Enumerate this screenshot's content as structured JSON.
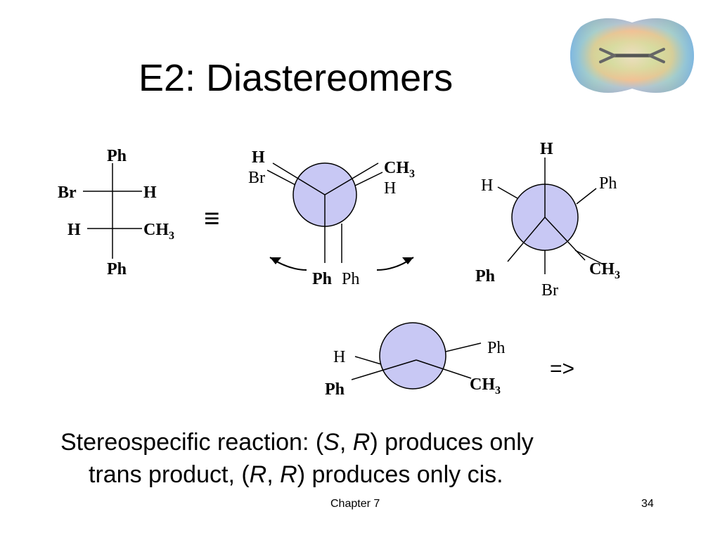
{
  "title": "E2: Diastereomers",
  "fischer": {
    "top": "Ph",
    "left1": "Br",
    "right1": "H",
    "left2": "H",
    "right2_main": "CH",
    "right2_sub": "3",
    "bottom": "Ph"
  },
  "equivalence_symbol": "≡",
  "newman1": {
    "front_upper_left": "H",
    "back_upper_left": "Br",
    "front_upper_right_main": "CH",
    "front_upper_right_sub": "3",
    "back_upper_right": "H",
    "front_bottom": "Ph",
    "back_bottom": "Ph"
  },
  "newman2": {
    "top": "H",
    "upper_left": "H",
    "upper_right": "Ph",
    "lower_left": "Ph",
    "lower_right_main": "CH",
    "lower_right_sub": "3",
    "bottom": "Br"
  },
  "newman3": {
    "left": "H",
    "lower_left": "Ph",
    "upper_right": "Ph",
    "lower_right_main": "CH",
    "lower_right_sub": "3"
  },
  "arrow_label": "=>",
  "body": {
    "line1_a": "Stereospecific reaction: (",
    "line1_s": "S",
    "line1_b": ", ",
    "line1_r": "R",
    "line1_c": ") produces only",
    "line2_a": "trans product, (",
    "line2_r1": "R",
    "line2_b": ", ",
    "line2_r2": "R",
    "line2_c": ") produces only cis."
  },
  "footer": {
    "chapter": "Chapter 7",
    "page": "34"
  },
  "colors": {
    "circle_fill": "#c8c8f4",
    "ink": "#000000"
  }
}
